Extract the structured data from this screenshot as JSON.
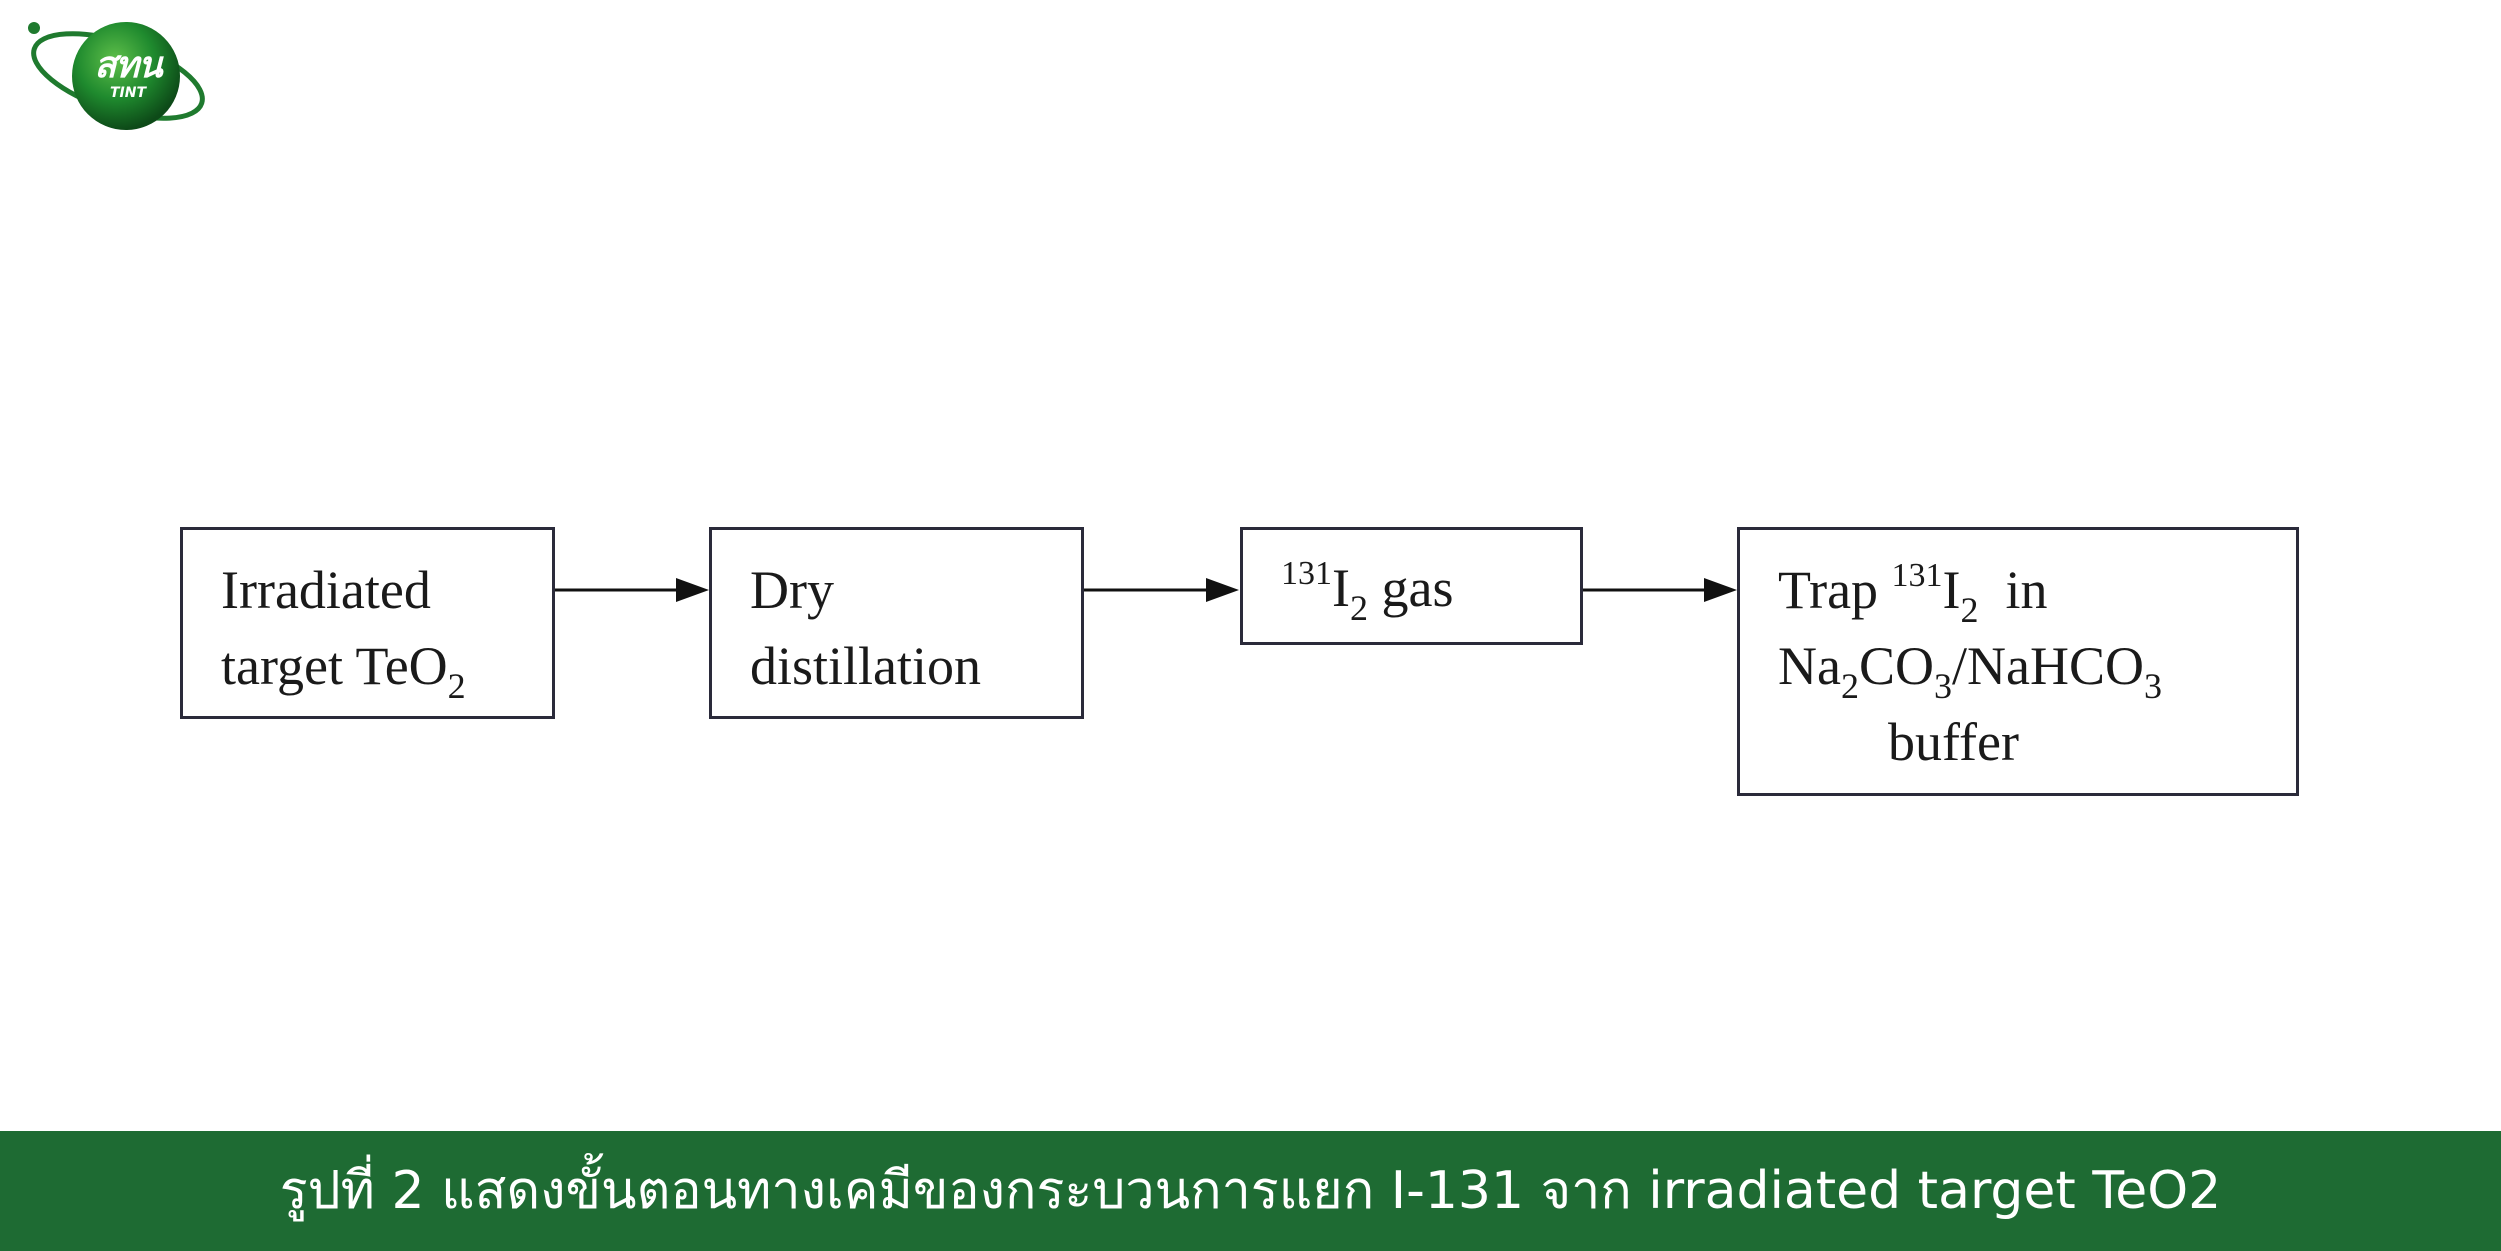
{
  "logo": {
    "text": "สทน",
    "sub": "TINT",
    "colors": {
      "globe": "#1f7a2e",
      "ring": "#1f7a2e"
    }
  },
  "diagram": {
    "boxes": [
      {
        "line1": "Irradiated",
        "line2_pre": "target TeO",
        "line2_sub": "2"
      },
      {
        "line1": "Dry",
        "line2": "distillation"
      },
      {
        "sup": "131",
        "main": "I",
        "sub": "2",
        "rest": " gas"
      },
      {
        "l1_pre": "Trap ",
        "l1_sup": "131",
        "l1_main": "I",
        "l1_sub": "2",
        "l1_post": "  in",
        "l2_a": "Na",
        "l2_a_sub": "2",
        "l2_b": "CO",
        "l2_b_sub": "3",
        "l2_c": "/NaHCO",
        "l2_c_sub": "3",
        "l3": "buffer"
      }
    ]
  },
  "footer": {
    "caption": "รูปที่ 2 แสดงขั้นตอนทางเคมีของกระบวนการแยก I-131 จาก irradiated target TeO2",
    "background": "#1e6b33"
  }
}
